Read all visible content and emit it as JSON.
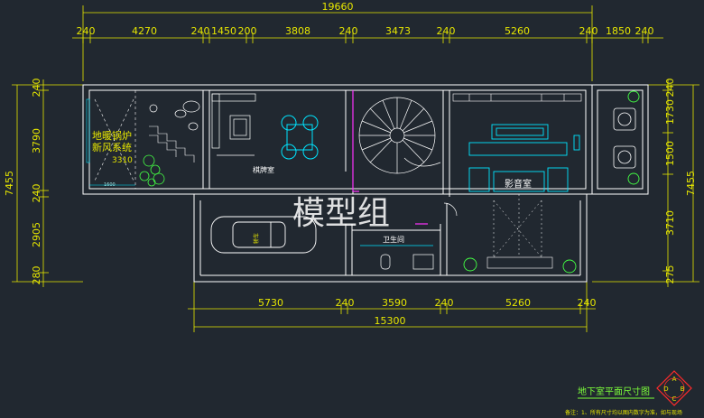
{
  "dimensions": {
    "top_total": "19660",
    "top_segments": [
      "240",
      "4270",
      "240",
      "1450",
      "200",
      "3808",
      "240",
      "3473",
      "240",
      "5260",
      "240",
      "1850",
      "240"
    ],
    "bottom_segments": [
      "5730",
      "240",
      "3590",
      "240",
      "5260",
      "240"
    ],
    "bottom_total": "15300",
    "left_total": "7455",
    "left_segments": [
      "240",
      "3790",
      "240",
      "2905",
      "280"
    ],
    "right_total": "7455",
    "right_segments": [
      "240",
      "1730",
      "1500",
      "3710",
      "275"
    ]
  },
  "rooms": {
    "boiler": "地暖锅炉",
    "fresh_air": "新风系统",
    "boiler_dim": "3310",
    "boiler_sub": "1600",
    "chess": "棋牌室",
    "cinema": "影音室",
    "bath": "卫生间",
    "car": "轿车"
  },
  "watermark": "模型组",
  "footer": {
    "title": "地下室平面尺寸图",
    "note": "备注：1、所有尺寸均以图内数字为准，如与现场",
    "logo_letters": [
      "A",
      "B",
      "C",
      "D"
    ]
  },
  "colors": {
    "background": "#212830",
    "wall": "#ffffff",
    "dimension": "#e6e600",
    "furniture": "#00e5ff",
    "accent": "#ff33ff",
    "plant": "#44ff44",
    "logo": "#ff2b2b"
  }
}
